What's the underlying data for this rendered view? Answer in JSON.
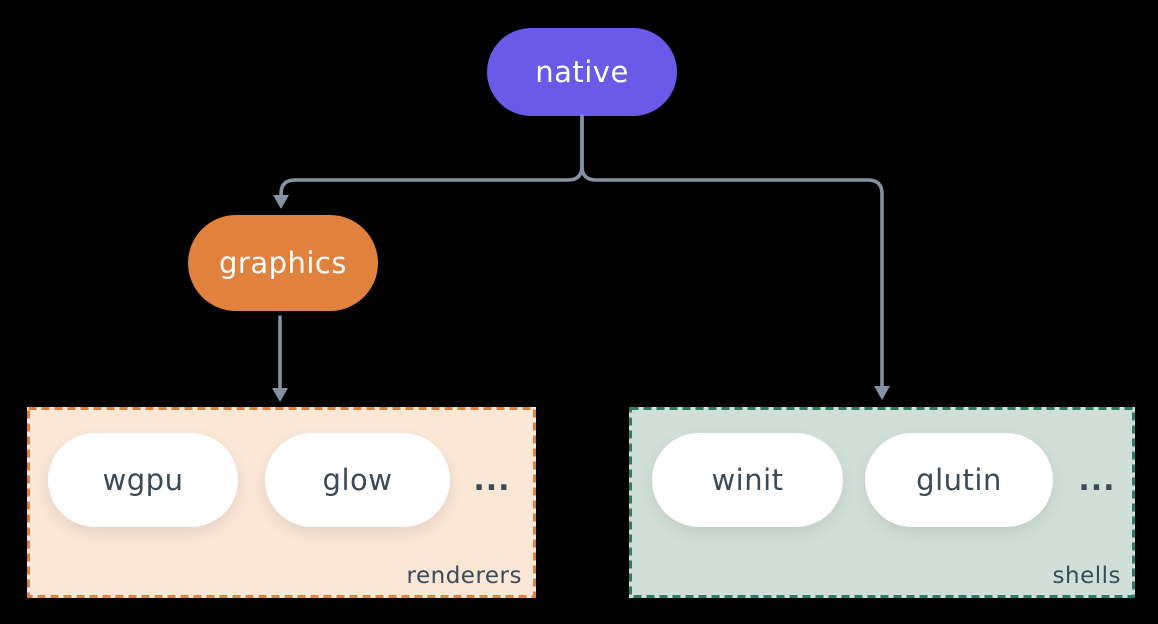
{
  "diagram": {
    "nodes": {
      "native": {
        "label": "native"
      },
      "graphics": {
        "label": "graphics"
      }
    },
    "groups": {
      "renderers": {
        "caption": "renderers",
        "items": [
          {
            "label": "wgpu"
          },
          {
            "label": "glow"
          }
        ],
        "ellipsis": "..."
      },
      "shells": {
        "caption": "shells",
        "items": [
          {
            "label": "winit"
          },
          {
            "label": "glutin"
          }
        ],
        "ellipsis": "..."
      }
    },
    "edges": [
      {
        "from": "native",
        "to": "graphics"
      },
      {
        "from": "native",
        "to": "shells"
      },
      {
        "from": "graphics",
        "to": "renderers"
      }
    ],
    "colors": {
      "background": "#000000",
      "native_fill": "#695be8",
      "graphics_fill": "#e0823e",
      "node_text": "#ffffff",
      "item_text": "#3b4a58",
      "connector": "#8493a3",
      "renderers_bg": "#fae7d6",
      "renderers_border": "#e0823c",
      "shells_bg": "#d0e0d9",
      "shells_border": "#2e7a6b"
    }
  }
}
